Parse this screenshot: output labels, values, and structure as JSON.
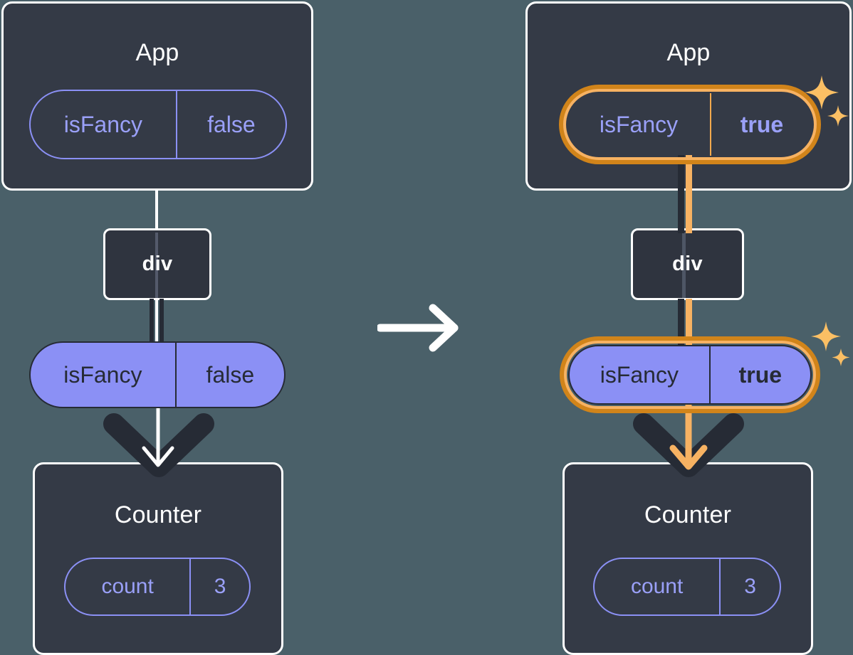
{
  "diagram": {
    "type": "react-state-propagation",
    "title": "",
    "background_color": "#4a6069",
    "transition_arrow": {
      "icon": "arrow-right-icon",
      "color": "#ffffff",
      "direction": "right"
    },
    "panels": [
      {
        "id": "before",
        "side": "left",
        "highlighted": false,
        "app": {
          "title": "App",
          "state_pill": {
            "name": "isFancy",
            "value": "false",
            "style": "outlined",
            "highlighted": false,
            "value_bold": false
          }
        },
        "intermediate": {
          "label": "div"
        },
        "prop_pill": {
          "name": "isFancy",
          "value": "false",
          "style": "filled",
          "highlighted": false,
          "value_bold": false
        },
        "child": {
          "title": "Counter",
          "state_pill": {
            "name": "count",
            "value": "3",
            "style": "outlined",
            "highlighted": false,
            "value_bold": false
          }
        },
        "connector_color": "#ffffff",
        "arrow_color": "#ffffff"
      },
      {
        "id": "after",
        "side": "right",
        "highlighted": true,
        "app": {
          "title": "App",
          "state_pill": {
            "name": "isFancy",
            "value": "true",
            "style": "outlined",
            "highlighted": true,
            "value_bold": true
          }
        },
        "intermediate": {
          "label": "div"
        },
        "prop_pill": {
          "name": "isFancy",
          "value": "true",
          "style": "filled",
          "highlighted": true,
          "value_bold": true
        },
        "child": {
          "title": "Counter",
          "state_pill": {
            "name": "count",
            "value": "3",
            "style": "outlined",
            "highlighted": false,
            "value_bold": false
          }
        },
        "connector_color": "#f7b262",
        "arrow_color": "#f7b262",
        "sparkle_icons": [
          "sparkle-icon",
          "sparkle-small-icon"
        ]
      }
    ],
    "colors": {
      "background": "#4a6069",
      "panel_fill": "#343a46",
      "panel_border": "#ffffff",
      "node_fill": "#2f343f",
      "pill_purple_fill": "#8b90f5",
      "pill_purple_stroke": "#8b90f5",
      "pill_text_dark": "#262b35",
      "pill_text_purple": "#9aa0f8",
      "highlight_orange_dark": "#d1841a",
      "highlight_orange_light": "#f7b262",
      "arrow_dark": "#262b35",
      "sparkle": "#fbbf64"
    }
  }
}
